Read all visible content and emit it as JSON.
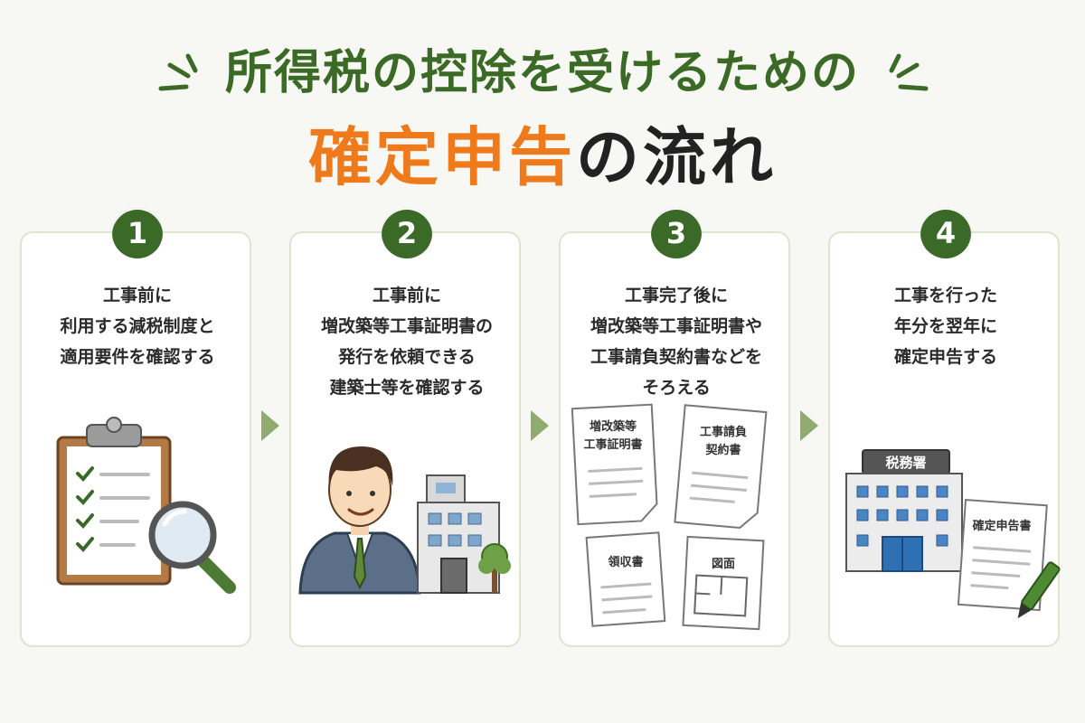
{
  "title": {
    "line1": "所得税の控除を受けるための",
    "line2_accent": "確定申告",
    "line2_rest": "の流れ"
  },
  "colors": {
    "title_green": "#3a6a25",
    "accent_orange": "#ee7a1b",
    "badge_green": "#3b6a28",
    "arrow_green": "#8fab6e"
  },
  "steps": [
    {
      "number": "1",
      "lines": [
        "工事前に",
        "利用する減税制度と",
        "適用要件を確認する"
      ]
    },
    {
      "number": "2",
      "lines": [
        "工事前に",
        "増改築等工事証明書の",
        "発行を依頼できる",
        "建築士等を確認する"
      ]
    },
    {
      "number": "3",
      "lines": [
        "工事完了後に",
        "増改築等工事証明書や",
        "工事請負契約書などを",
        "そろえる"
      ],
      "docs": {
        "doc1_line1": "増改築等",
        "doc1_line2": "工事証明書",
        "doc2_line1": "工事請負",
        "doc2_line2": "契約書",
        "doc3": "領収書",
        "doc4": "図面"
      }
    },
    {
      "number": "4",
      "lines": [
        "工事を行った",
        "年分を翌年に",
        "確定申告する"
      ],
      "office_sign": "税務署",
      "form_label": "確定申告書"
    }
  ],
  "icons": [
    "clipboard-icon",
    "magnifier-icon",
    "businessman-icon",
    "building-icon",
    "tree-icon",
    "document-icon",
    "tax-office-icon",
    "pen-icon",
    "arrow-right-icon",
    "sparkle-icon"
  ]
}
